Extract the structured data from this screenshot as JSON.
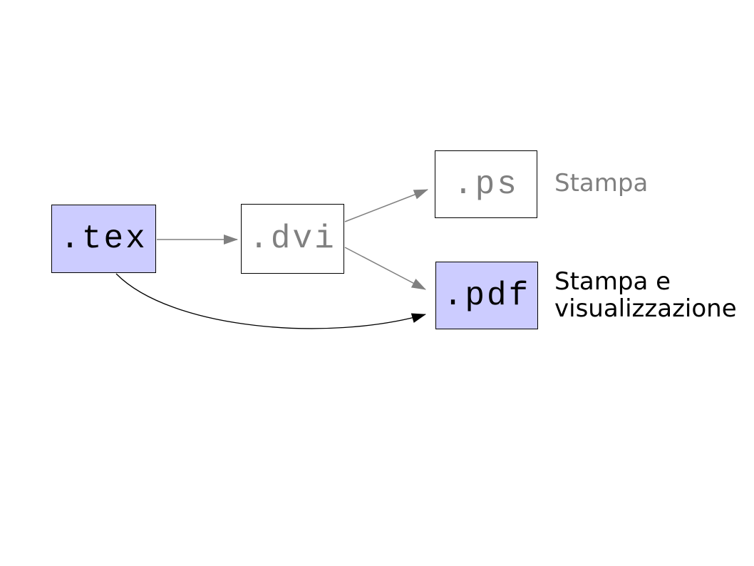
{
  "diagram": {
    "background_color": "#ffffff",
    "node_fill_highlight": "#ccccff",
    "node_fill_plain": "#ffffff",
    "gray_color": "#808080",
    "black_color": "#000000",
    "nodes": [
      {
        "id": "tex",
        "label": ".tex",
        "fill": "#ccccff",
        "text_color": "#000000"
      },
      {
        "id": "dvi",
        "label": ".dvi",
        "fill": "#ffffff",
        "text_color": "#808080"
      },
      {
        "id": "ps",
        "label": ".ps",
        "fill": "#ffffff",
        "text_color": "#808080"
      },
      {
        "id": "pdf",
        "label": ".pdf",
        "fill": "#ccccff",
        "text_color": "#000000"
      }
    ],
    "annotations": [
      {
        "for": "ps",
        "text": "Stampa",
        "color": "#808080"
      },
      {
        "for": "pdf",
        "line1": "Stampa e",
        "line2": "visualizzazione",
        "color": "#000000"
      }
    ],
    "edges": [
      {
        "from": "tex",
        "to": "dvi",
        "color": "#808080",
        "style": "straight"
      },
      {
        "from": "dvi",
        "to": "ps",
        "color": "#808080",
        "style": "straight"
      },
      {
        "from": "dvi",
        "to": "pdf",
        "color": "#808080",
        "style": "straight"
      },
      {
        "from": "tex",
        "to": "pdf",
        "color": "#000000",
        "style": "curved"
      }
    ]
  }
}
